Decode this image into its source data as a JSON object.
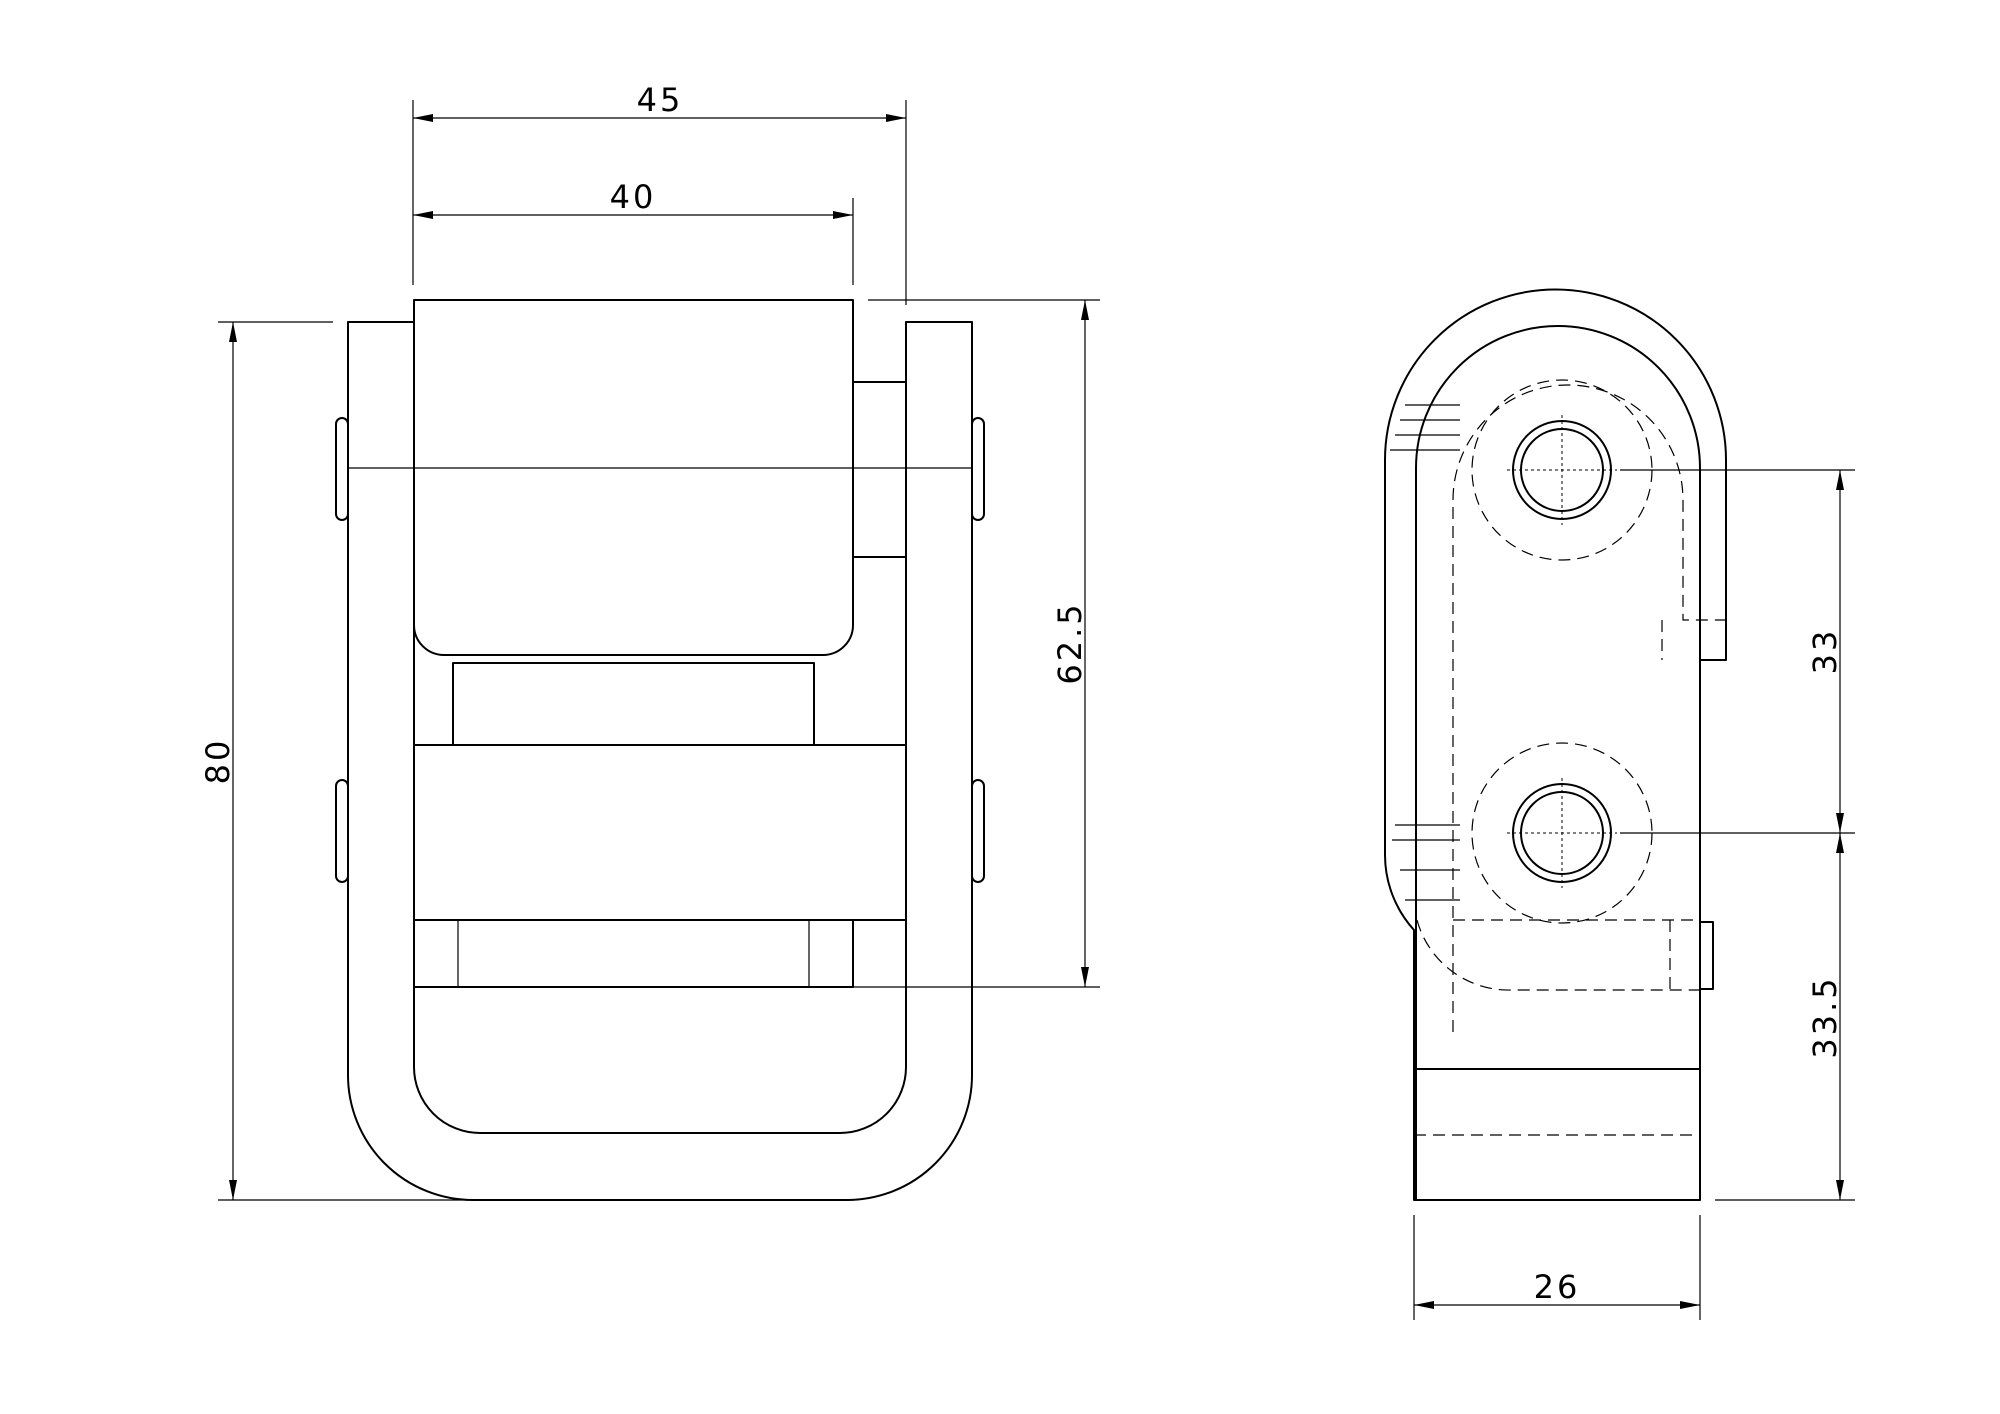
{
  "colors": {
    "line": "#000000",
    "background": "#ffffff"
  },
  "dimensions": {
    "width_45": "45",
    "width_40": "40",
    "height_80": "80",
    "height_62_5": "62.5",
    "height_33": "33",
    "height_33_5": "33.5",
    "width_26": "26"
  }
}
